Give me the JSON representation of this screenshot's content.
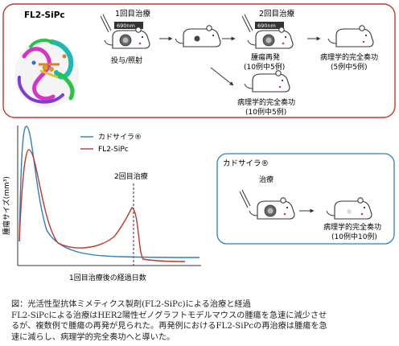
{
  "top_panel": {
    "compound_label": "FL2-SiPc",
    "step1_label": "1回目治療",
    "step1_wavelength": "690nm",
    "step1_action": "投与/照射",
    "step2_label": "2回目治療",
    "step2_wavelength": "690nm",
    "regrowth_label": "腫瘍再発",
    "regrowth_count": "(10例中5例)",
    "cr_top_label": "病理学的完全奏功",
    "cr_top_count": "(5例中5例)",
    "cr_mid_label": "病理学的完全奏功",
    "cr_mid_count": "(10例中5例)",
    "border_color": "#c0392b"
  },
  "graph": {
    "ylabel": "腫瘍サイズ(mm³)",
    "xlabel": "1回目治療後の経過日数",
    "second_treatment_label": "2回目治療",
    "legend": [
      {
        "name": "カドサイラ®",
        "color": "#2f7fc0"
      },
      {
        "name": "FL2-SiPc",
        "color": "#c0392b"
      }
    ]
  },
  "right_panel": {
    "title": "カドサイラ®",
    "treatment_label": "治療",
    "cr_label": "病理学的完全奏功",
    "cr_count": "(10例中10例)",
    "border_color": "#2f7fc0"
  },
  "caption": {
    "line1": "図：光活性型抗体ミメティクス製剤(FL2-SiPc)による治療と経過",
    "line2": "FL2-SiPcによる治療はHER2陽性ゼノグラフトモデルマウスの腫瘍を急速に減少させ",
    "line3": "るが、複数例で腫瘍の再発が見られた。再発例におけるFL2-SiPcの再治療は腫瘍を急",
    "line4": "速に減らし、病理学的完全奏功へと導いた。"
  }
}
